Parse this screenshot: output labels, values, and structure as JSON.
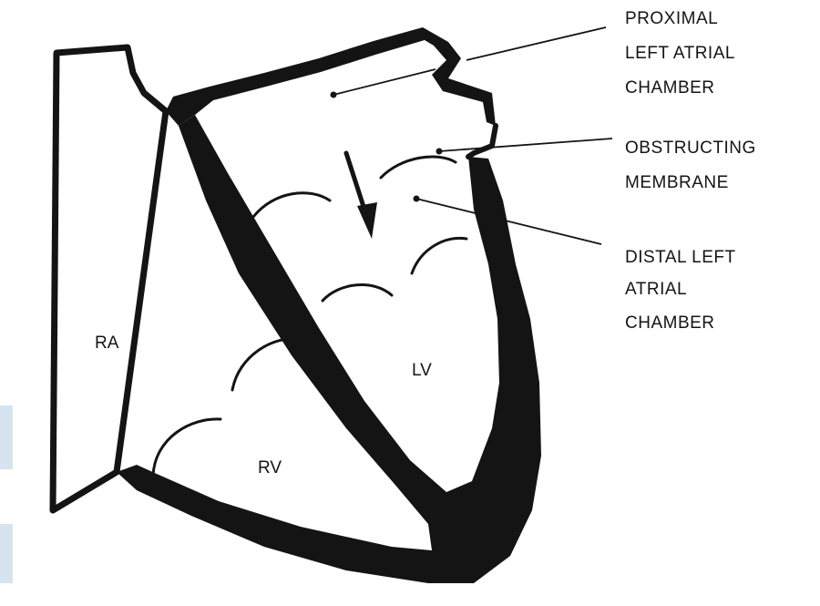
{
  "diagram": {
    "chambers": {
      "ra": "RA",
      "rv": "RV",
      "lv": "LV"
    },
    "callouts": {
      "proximal": [
        "PROXIMAL",
        "LEFT ATRIAL",
        "CHAMBER"
      ],
      "membrane": [
        "OBSTRUCTING",
        "MEMBRANE"
      ],
      "distal": [
        "DISTAL LEFT",
        "ATRIAL",
        "CHAMBER"
      ]
    },
    "colors": {
      "ink": "#141414",
      "background": "#ffffff"
    }
  }
}
